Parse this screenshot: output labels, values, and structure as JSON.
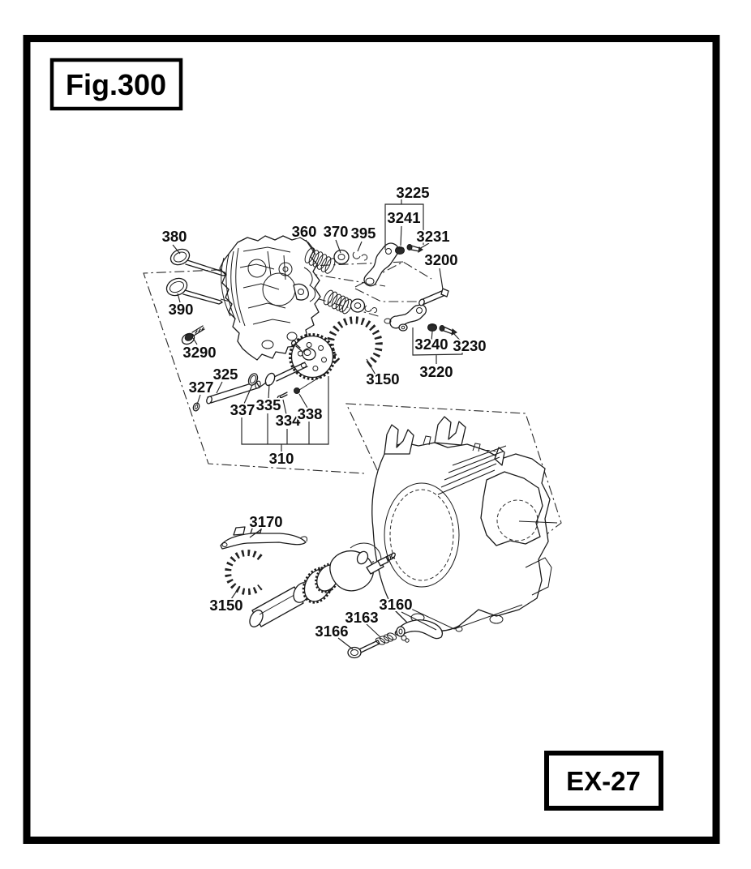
{
  "figure": {
    "number": "Fig.300",
    "page_code": "EX-27"
  },
  "colors": {
    "ink": "#1a1a1a",
    "paper": "#ffffff"
  },
  "diagram": {
    "description_labels": "part reference numbers",
    "part_labels": [
      {
        "text": "380"
      },
      {
        "text": "390"
      },
      {
        "text": "3290"
      },
      {
        "text": "360"
      },
      {
        "text": "370"
      },
      {
        "text": "395"
      },
      {
        "text": "3225"
      },
      {
        "text": "3241"
      },
      {
        "text": "3231"
      },
      {
        "text": "3200"
      },
      {
        "text": "3240"
      },
      {
        "text": "3230"
      },
      {
        "text": "3220"
      },
      {
        "text": "3150"
      },
      {
        "text": "325"
      },
      {
        "text": "327"
      },
      {
        "text": "337"
      },
      {
        "text": "335"
      },
      {
        "text": "334"
      },
      {
        "text": "338"
      },
      {
        "text": "310"
      },
      {
        "text": "3170"
      },
      {
        "text": "3150"
      },
      {
        "text": "3166"
      },
      {
        "text": "3163"
      },
      {
        "text": "3160"
      }
    ]
  }
}
